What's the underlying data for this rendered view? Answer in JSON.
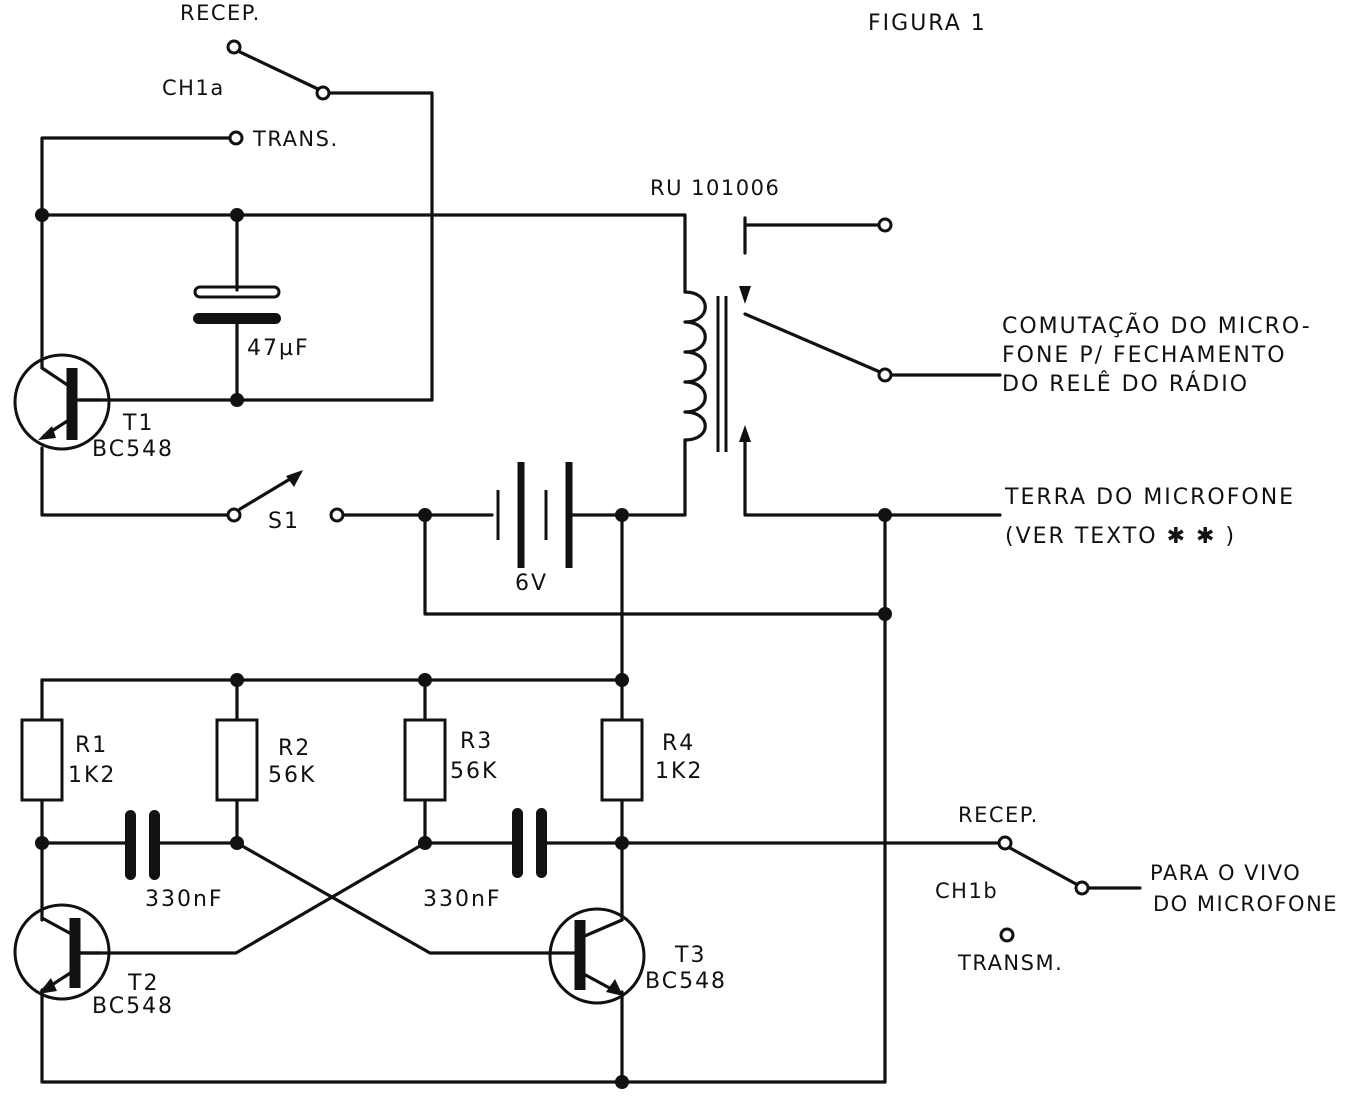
{
  "figure_title": "FIGURA 1",
  "switch_a": {
    "name": "CH1a",
    "pos_recep": "RECEP.",
    "pos_trans": "TRANS."
  },
  "switch_b": {
    "name": "CH1b",
    "pos_recep": "RECEP.",
    "pos_trans": "TRANSM."
  },
  "relay": {
    "part": "RU 101006"
  },
  "capacitor_main": {
    "value": "47µF"
  },
  "transistors": [
    {
      "ref": "T1",
      "type": "BC548"
    },
    {
      "ref": "T2",
      "type": "BC548"
    },
    {
      "ref": "T3",
      "type": "BC548"
    }
  ],
  "switch_s1": {
    "ref": "S1"
  },
  "battery": {
    "value": "6V"
  },
  "resistors": [
    {
      "ref": "R1",
      "value": "1K2"
    },
    {
      "ref": "R2",
      "value": "56K"
    },
    {
      "ref": "R3",
      "value": "56K"
    },
    {
      "ref": "R4",
      "value": "1K2"
    }
  ],
  "coupling_caps": [
    {
      "value": "330nF"
    },
    {
      "value": "330nF"
    }
  ],
  "notes": {
    "switching_line1": "COMUTAÇÃO DO MICRO-",
    "switching_line2": "FONE P/ FECHAMENTO",
    "switching_line3": "DO RELÊ DO RÁDIO",
    "ground_line1": "TERRA DO MICROFONE",
    "ground_line2": "(VER  TEXTO ✱ ✱ )",
    "live_line1": "PARA O VIVO",
    "live_line2": "DO MICROFONE"
  }
}
